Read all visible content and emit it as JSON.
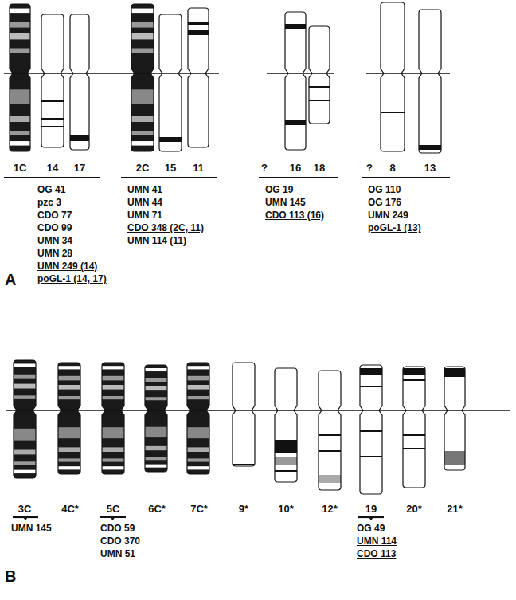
{
  "diagram": {
    "labels": [
      "1C",
      "14",
      "17",
      "OG 41",
      "pzc 3",
      "CDO 77",
      "CDO 99",
      "UMN 34",
      "UMN 28",
      "UMN 249 (14)",
      "poGL-1 (14, 17)",
      "2C",
      "15",
      "11",
      "UMN 41",
      "UMN 44",
      "UMN 71",
      "CDO 348 (2C, 11)",
      "UMN 114 (11)",
      "?",
      "16",
      "18",
      "OG 19",
      "UMN 145",
      "CDO 113 (16)",
      "?",
      "8",
      "13",
      "OG 110",
      "OG 176",
      "UMN 249",
      "poGL-1 (13)",
      "A",
      "3C",
      "4C*",
      "5C",
      "6C*",
      "7C*",
      "9*",
      "10*",
      "12*",
      "19",
      "20*",
      "21*",
      "UMN 145",
      "CDO 59",
      "CDO 370",
      "UMN 51",
      "OG 49",
      "UMN 114",
      "CDO 113",
      "B"
    ]
  }
}
